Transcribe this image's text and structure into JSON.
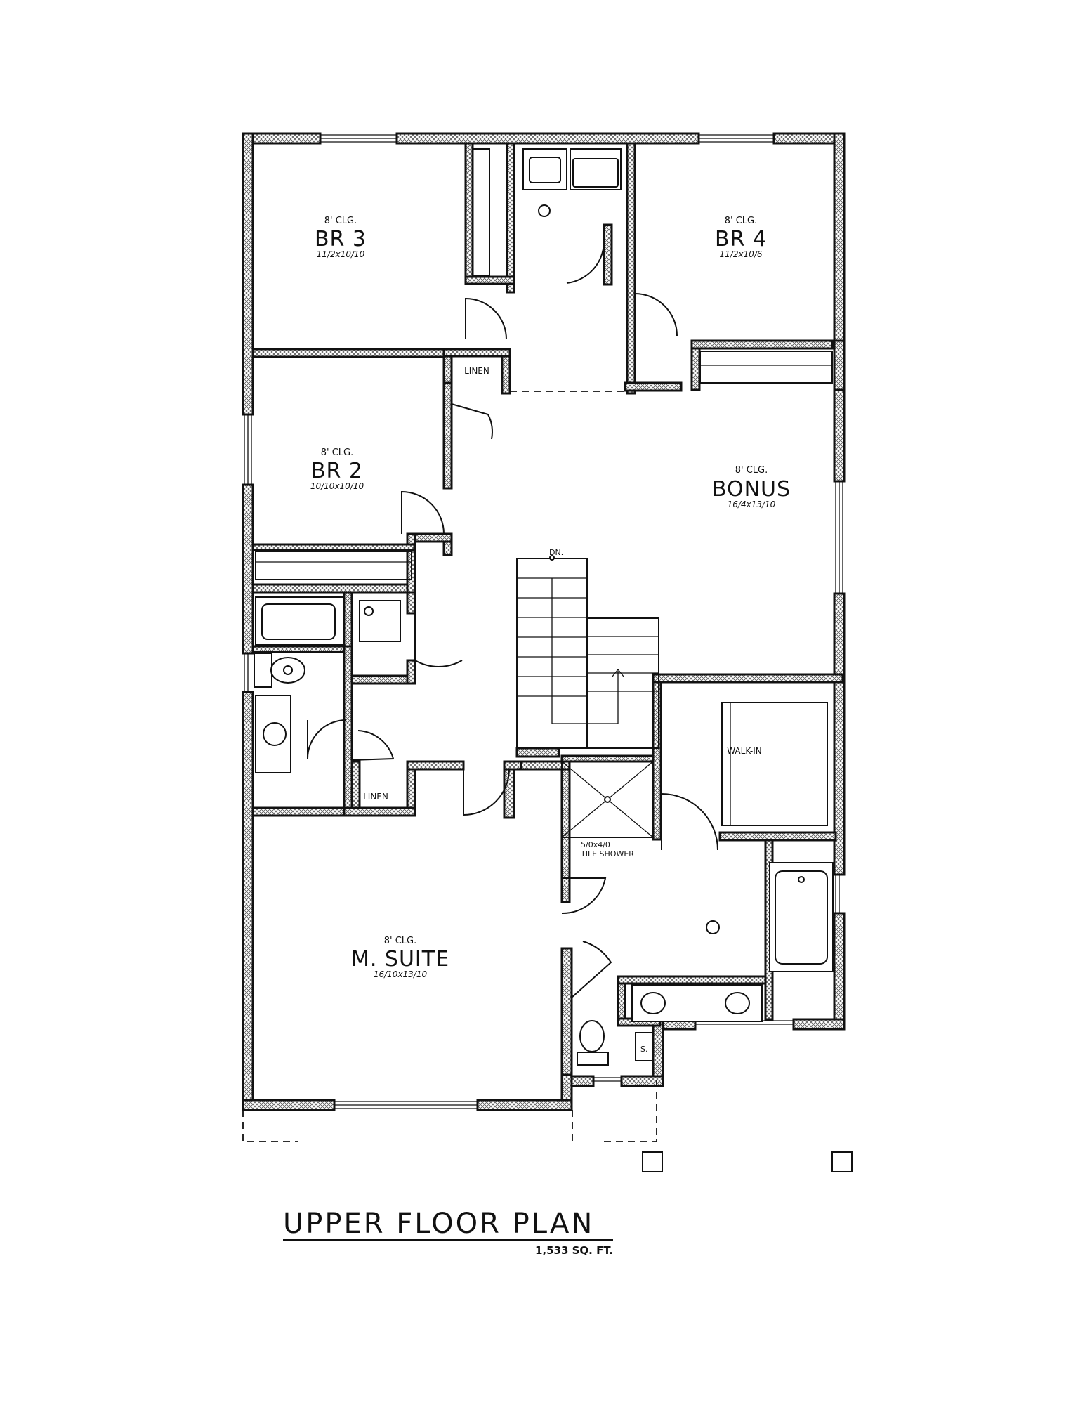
{
  "plan": {
    "title": "UPPER FLOOR PLAN",
    "area": "1,533 SQ. FT."
  },
  "rooms": {
    "br3": {
      "ceiling": "8' CLG.",
      "name": "BR 3",
      "size": "11/2x10/10"
    },
    "br4": {
      "ceiling": "8' CLG.",
      "name": "BR 4",
      "size": "11/2x10/6"
    },
    "br2": {
      "ceiling": "8' CLG.",
      "name": "BR 2",
      "size": "10/10x10/10"
    },
    "bonus": {
      "ceiling": "8' CLG.",
      "name": "BONUS",
      "size": "16/4x13/10"
    },
    "suite": {
      "ceiling": "8' CLG.",
      "name": "M. SUITE",
      "size": "16/10x13/10"
    }
  },
  "labels": {
    "linen_upper": "LINEN",
    "linen_lower": "LINEN",
    "walk_in": "WALK-IN",
    "shower_size": "5/0x4/0",
    "shower_type": "TILE SHOWER",
    "stair_down": "DN.",
    "storage": "S."
  }
}
